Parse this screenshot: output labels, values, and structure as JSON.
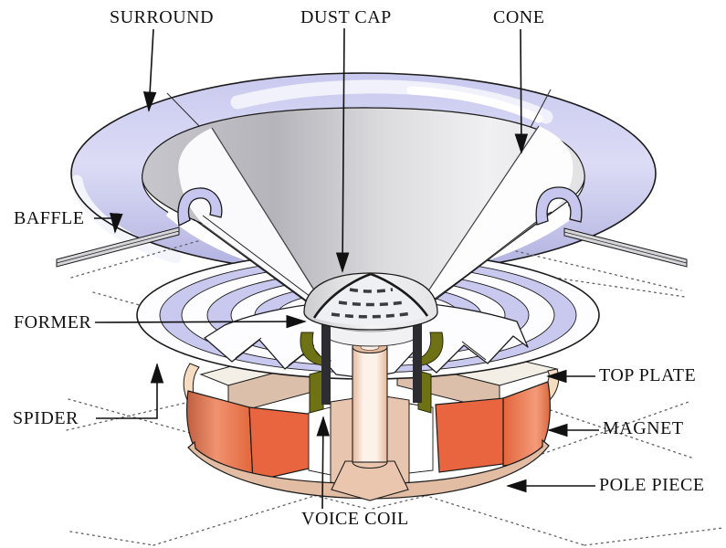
{
  "diagram_type": "loudspeaker-cutaway",
  "labels": {
    "surround": "SURROUND",
    "dust_cap": "DUST CAP",
    "cone": "CONE",
    "baffle": "BAFFLE",
    "former": "FORMER",
    "spider": "SPIDER",
    "top_plate": "TOP PLATE",
    "magnet": "MAGNET",
    "pole_piece": "POLE PIECE",
    "voice_coil": "VOICE COIL"
  },
  "colors": {
    "background": "#ffffff",
    "outline": "#1b1b1b",
    "surround_lavender": "#c6c6ee",
    "cone_gray": "#d9d9de",
    "cone_cut_dark": "#3a3a3f",
    "spider_shade": "#c9c9f0",
    "baffle_gray": "#d5d5da",
    "magnet_orange": "#e5693f",
    "top_plate_cream": "#f5dcc0",
    "yoke_pink": "#e3bca4",
    "pole_piece_pink": "#fdf2e9",
    "voice_coil_olive": "#6e7214",
    "former_dark": "#2c2c31"
  }
}
